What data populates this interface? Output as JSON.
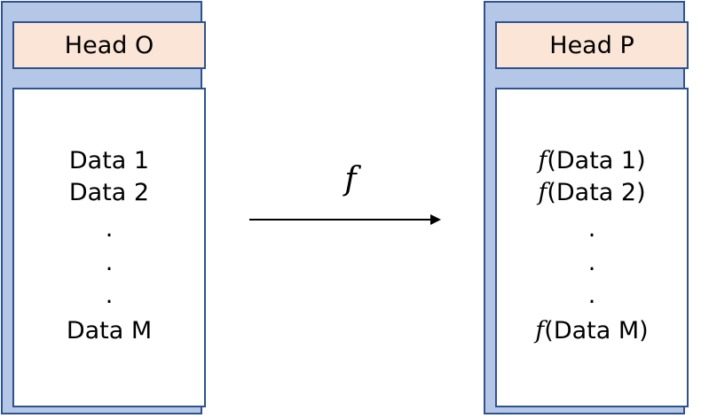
{
  "source": {
    "head": "Head O",
    "items": [
      "Data 1",
      "Data 2",
      ".",
      ".",
      ".",
      "Data M"
    ]
  },
  "transform": {
    "label": "f"
  },
  "target": {
    "head": "Head P",
    "function_prefix": "f",
    "items": [
      "(Data 1)",
      "(Data 2)",
      ".",
      ".",
      ".",
      "(Data M)"
    ]
  }
}
